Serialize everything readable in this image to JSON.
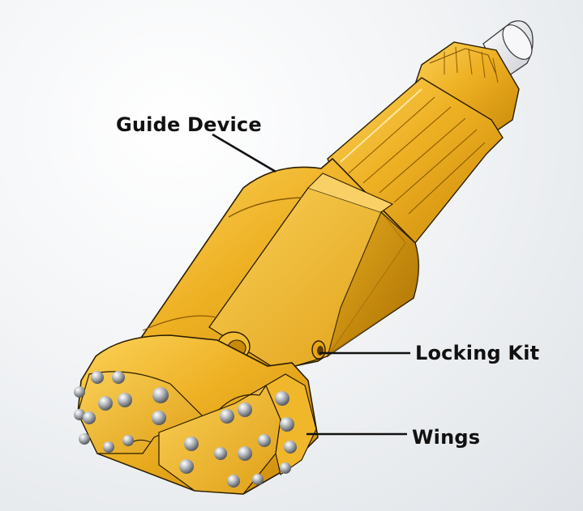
{
  "figure": {
    "labels": {
      "guide_device": "Guide Device",
      "locking_kit": "Locking Kit",
      "wings": "Wings"
    },
    "colors": {
      "body_light": "#f6c540",
      "body_mid": "#e7a312",
      "body_dark": "#b97a06",
      "outline": "#2a1d00",
      "button": "#9aa0a6",
      "shank_tip": "#e9eaee",
      "background": "#eef1f3"
    },
    "icons": {
      "drill_bit": "dth-drill-bit-illustration"
    }
  }
}
